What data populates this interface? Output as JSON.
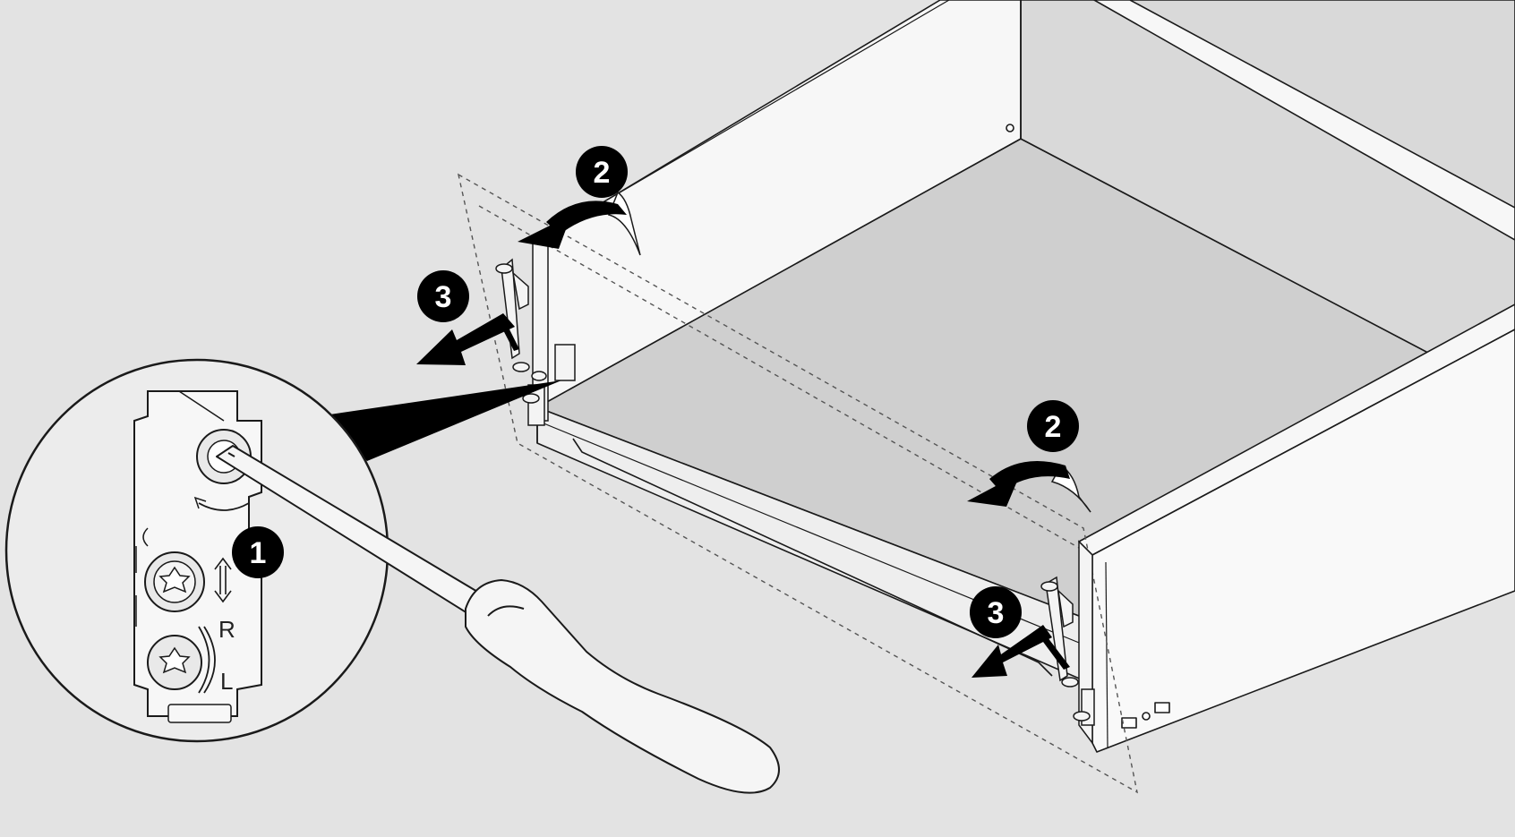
{
  "diagram": {
    "colors": {
      "background": "#e3e3e3",
      "panel": "#f8f8f8",
      "floor": "#cfcfcf",
      "line": "#1a1a1a",
      "badge": "#000000",
      "badge_text": "#ffffff",
      "magnifier_fill": "#ececec"
    },
    "steps": [
      {
        "id": "step-1",
        "label": "1"
      },
      {
        "id": "step-2-left",
        "label": "2"
      },
      {
        "id": "step-2-right",
        "label": "2"
      },
      {
        "id": "step-3-left",
        "label": "3"
      },
      {
        "id": "step-3-right",
        "label": "3"
      }
    ],
    "bracket_letters": {
      "right": "R",
      "left": "L"
    },
    "icons": {
      "drawer": "drawer-box",
      "screwdriver": "screwdriver-icon",
      "rotate_arrow": "curved-arrow-icon",
      "pull_arrow": "pull-arrow-icon",
      "magnifier": "magnifier-circle",
      "adjust_vertical": "vertical-adjust-icon",
      "adjust_lateral": "lateral-adjust-icon"
    }
  }
}
